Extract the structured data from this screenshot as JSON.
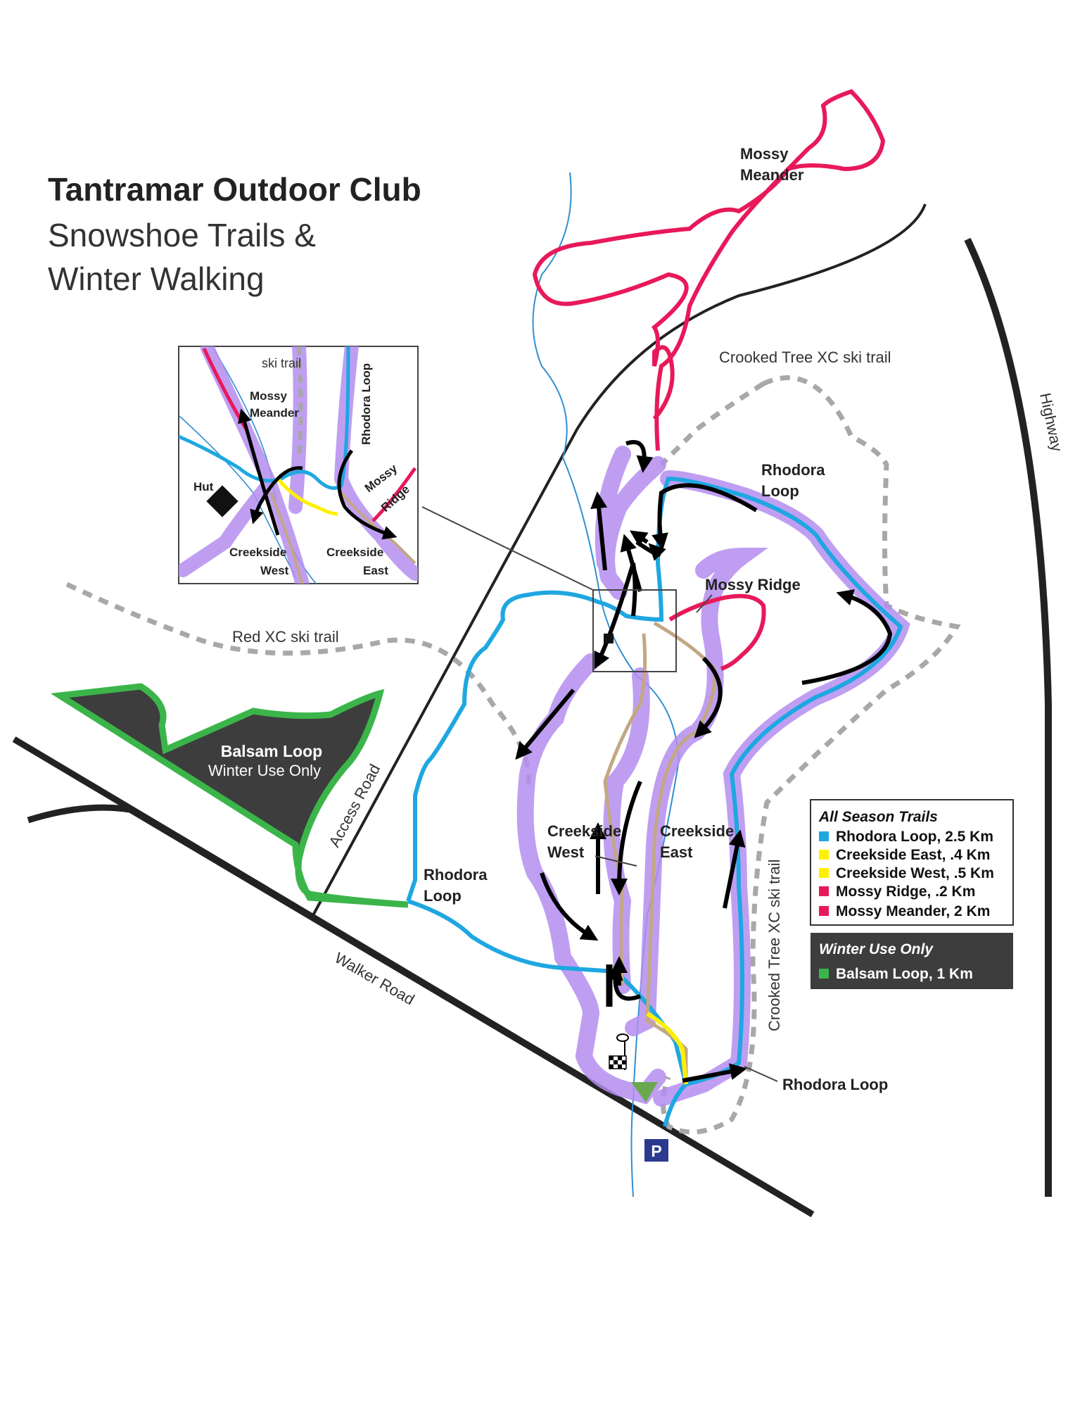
{
  "title": {
    "line1": "Tantramar Outdoor Club",
    "line2": "Snowshoe Trails &",
    "line3": "Winter Walking"
  },
  "labels": {
    "mossy_meander_1": "Mossy",
    "mossy_meander_2": "Meander",
    "crooked_tree_top": "Crooked Tree XC ski trail",
    "highway": "Highway",
    "rhodora_loop_ne_1": "Rhodora",
    "rhodora_loop_ne_2": "Loop",
    "mossy_ridge": "Mossy Ridge",
    "red_xc": "Red XC ski trail",
    "balsam_loop": "Balsam Loop",
    "balsam_winter": "Winter Use Only",
    "access_road": "Access Road",
    "rhodora_loop_w_1": "Rhodora",
    "rhodora_loop_w_2": "Loop",
    "creekside_west_1": "Creekside",
    "creekside_west_2": "West",
    "creekside_east_1": "Creekside",
    "creekside_east_2": "East",
    "crooked_tree_side": "Crooked Tree XC ski trail",
    "walker_road": "Walker Road",
    "rhodora_loop_s": "Rhodora Loop",
    "parking": "P"
  },
  "inset": {
    "ski_trail": "ski trail",
    "mossy_meander_1": "Mossy",
    "mossy_meander_2": "Meander",
    "rhodora_loop": "Rhodora Loop",
    "hut": "Hut",
    "mossy_ridge_1": "Mossy",
    "mossy_ridge_2": "Ridge",
    "creekside_west_1": "Creekside",
    "creekside_west_2": "West",
    "creekside_east_1": "Creekside",
    "creekside_east_2": "East"
  },
  "legend": {
    "all_season_header": "All Season Trails",
    "all_season": [
      {
        "label": "Rhodora Loop, 2.5 Km",
        "color": "#1ea7e1"
      },
      {
        "label": "Creekside East, .4 Km",
        "color": "#fff000"
      },
      {
        "label": "Creekside West, .5 Km",
        "color": "#fff000"
      },
      {
        "label": "Mossy Ridge, .2 Km",
        "color": "#e8195a"
      },
      {
        "label": "Mossy Meander, 2 Km",
        "color": "#e8195a"
      }
    ],
    "winter_header": "Winter Use Only",
    "winter": [
      {
        "label": "Balsam Loop, 1 Km",
        "color": "#3bb54a"
      }
    ]
  },
  "colors": {
    "rhodora": "#1ea7e1",
    "creekside": "#fff000",
    "mossy": "#e8195a",
    "balsam": "#3bb54a",
    "route_highlight": "#b48ef0",
    "road": "#222222",
    "ski_trail": "#a8a8a8",
    "creek": "#2f8fd0",
    "parking": "#2b3a8f"
  },
  "icons": [
    "hut-icon",
    "parking-icon",
    "checkered-flag-icon",
    "start-triangle-icon",
    "route-arrow-icon"
  ]
}
